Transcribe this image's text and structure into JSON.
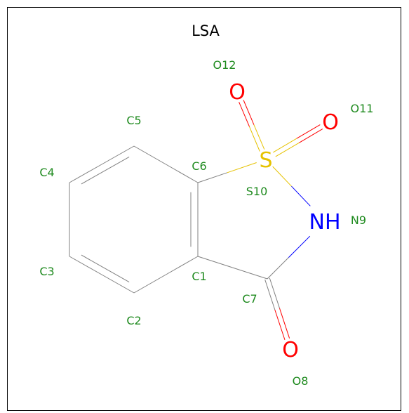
{
  "title": "LSA",
  "colors": {
    "carbon_bond": "#808080",
    "label": "#1e8a1e",
    "oxygen": "#ff0000",
    "nitrogen": "#0000ff",
    "sulfur": "#e6c200",
    "title": "#000000"
  },
  "atoms": [
    {
      "id": "C1",
      "label": "C1"
    },
    {
      "id": "C2",
      "label": "C2"
    },
    {
      "id": "C3",
      "label": "C3"
    },
    {
      "id": "C4",
      "label": "C4"
    },
    {
      "id": "C5",
      "label": "C5"
    },
    {
      "id": "C6",
      "label": "C6"
    },
    {
      "id": "C7",
      "label": "C7"
    },
    {
      "id": "O8",
      "label": "O8",
      "symbol": "O"
    },
    {
      "id": "N9",
      "label": "N9",
      "symbol": "NH"
    },
    {
      "id": "S10",
      "label": "S10",
      "symbol": "S"
    },
    {
      "id": "O11",
      "label": "O11",
      "symbol": "O"
    },
    {
      "id": "O12",
      "label": "O12",
      "symbol": "O"
    }
  ]
}
